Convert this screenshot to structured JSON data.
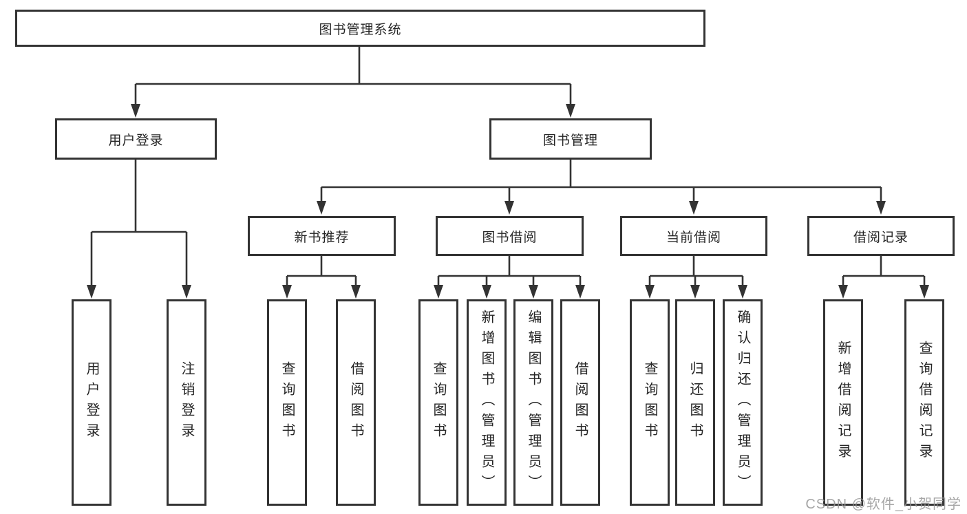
{
  "tree": {
    "root": {
      "label": "图书管理系统",
      "children": [
        {
          "label": "用户登录",
          "children": [
            {
              "label": "用户登录"
            },
            {
              "label": "注销登录"
            }
          ]
        },
        {
          "label": "图书管理",
          "children": [
            {
              "label": "新书推荐",
              "children": [
                {
                  "label": "查询图书"
                },
                {
                  "label": "借阅图书"
                }
              ]
            },
            {
              "label": "图书借阅",
              "children": [
                {
                  "label": "查询图书"
                },
                {
                  "label": "新增图书（管理员）"
                },
                {
                  "label": "编辑图书（管理员）"
                },
                {
                  "label": "借阅图书"
                }
              ]
            },
            {
              "label": "当前借阅",
              "children": [
                {
                  "label": "查询图书"
                },
                {
                  "label": "归还图书"
                },
                {
                  "label": "确认归还（管理员）"
                }
              ]
            },
            {
              "label": "借阅记录",
              "children": [
                {
                  "label": "新增借阅记录"
                },
                {
                  "label": "查询借阅记录"
                }
              ]
            }
          ]
        }
      ]
    }
  },
  "watermark": {
    "text": "CSDN @软件_小贺同学"
  },
  "colors": {
    "line": "#333333",
    "box_border": "#333333",
    "box_fill": "#ffffff",
    "text": "#262626",
    "watermark": "#969696",
    "background": "#ffffff"
  }
}
